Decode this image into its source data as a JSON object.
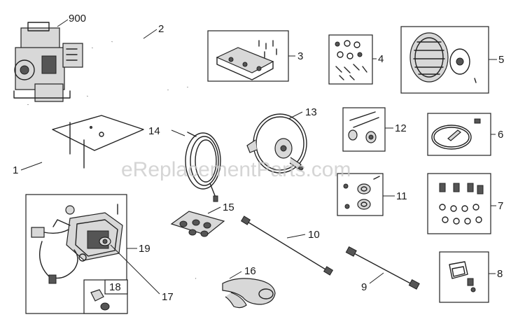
{
  "watermark": "eReplacementParts.com",
  "callouts": {
    "p900": "900",
    "p1": "1",
    "p2": "2",
    "p3": "3",
    "p4": "4",
    "p5": "5",
    "p6": "6",
    "p7": "7",
    "p8": "8",
    "p9": "9",
    "p10": "10",
    "p11": "11",
    "p12": "12",
    "p13": "13",
    "p14": "14",
    "p15": "15",
    "p16": "16",
    "p17": "17",
    "p18": "18",
    "p19": "19"
  }
}
